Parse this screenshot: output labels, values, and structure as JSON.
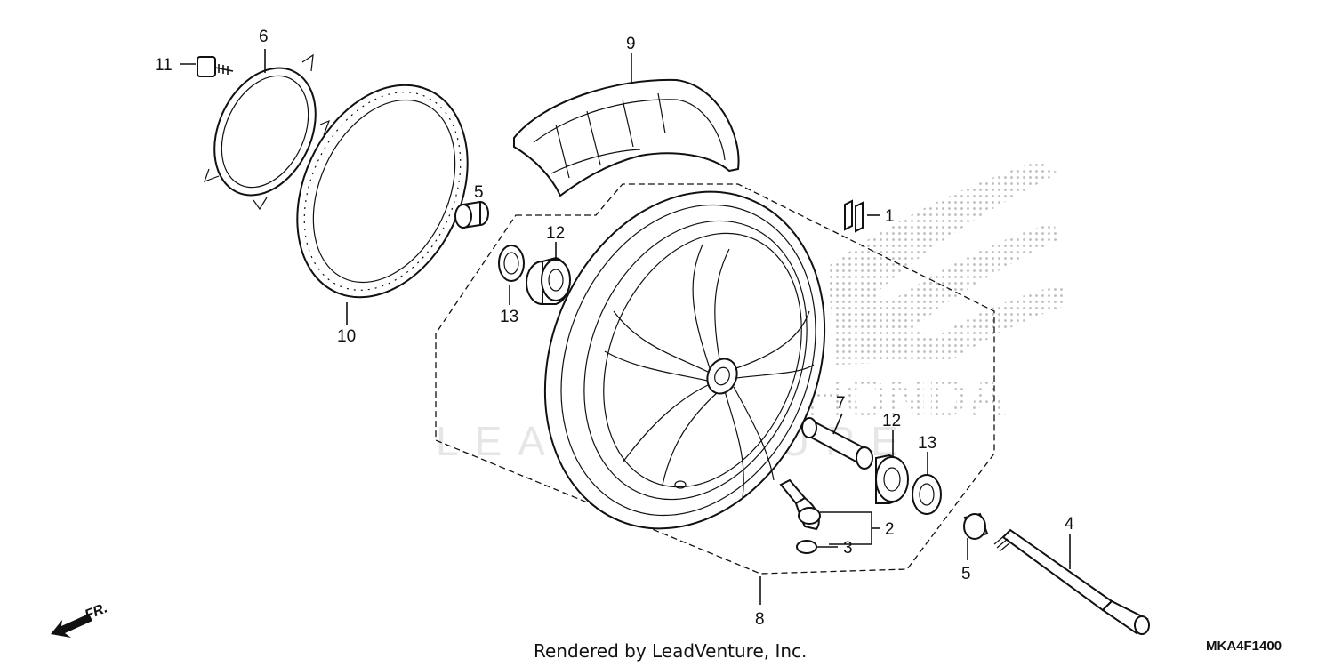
{
  "callouts": {
    "c1": "1",
    "c2": "2",
    "c3": "3",
    "c4": "4",
    "c5a": "5",
    "c5b": "5",
    "c6": "6",
    "c7": "7",
    "c8": "8",
    "c9": "9",
    "c10": "10",
    "c11": "11",
    "c12a": "12",
    "c12b": "12",
    "c13a": "13",
    "c13b": "13"
  },
  "footer": {
    "rendered_by": "Rendered by LeadVenture, Inc.",
    "diagram_code": "MKA4F1400",
    "direction_label": "FR."
  },
  "watermark": {
    "text": "LEADVENTURE"
  },
  "colors": {
    "line": "#111111",
    "logo_dots": "#bdbdbd",
    "watermark": "#e6e6e6",
    "background": "#ffffff"
  }
}
